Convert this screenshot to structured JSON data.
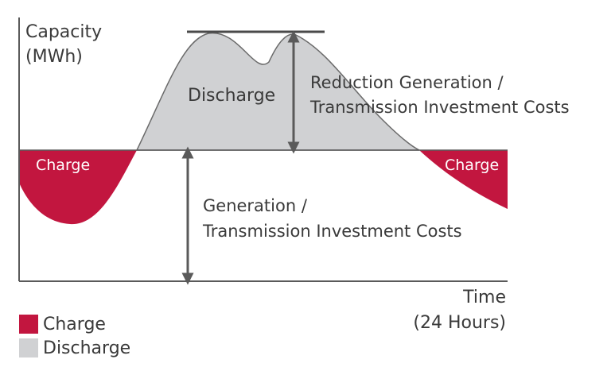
{
  "colors": {
    "charge": "#C2163F",
    "discharge": "#D0D1D3",
    "line": "#5a5a5a",
    "text": "#3a3a3a"
  },
  "axes": {
    "y_label_line1": "Capacity",
    "y_label_line2": "(MWh)",
    "x_label_line1": "Time",
    "x_label_line2": "(24  Hours)"
  },
  "areas": {
    "discharge_label": "Discharge",
    "charge_left_label": "Charge",
    "charge_right_label": "Charge"
  },
  "annotations": {
    "reduction_line1": "Reduction Generation /",
    "reduction_line2": "Transmission Investment Costs",
    "generation_line1": "Generation /",
    "generation_line2": "Transmission Investment Costs"
  },
  "legend": [
    {
      "label": "Charge",
      "color": "#C2163F"
    },
    {
      "label": "Discharge",
      "color": "#D0D1D3"
    }
  ]
}
